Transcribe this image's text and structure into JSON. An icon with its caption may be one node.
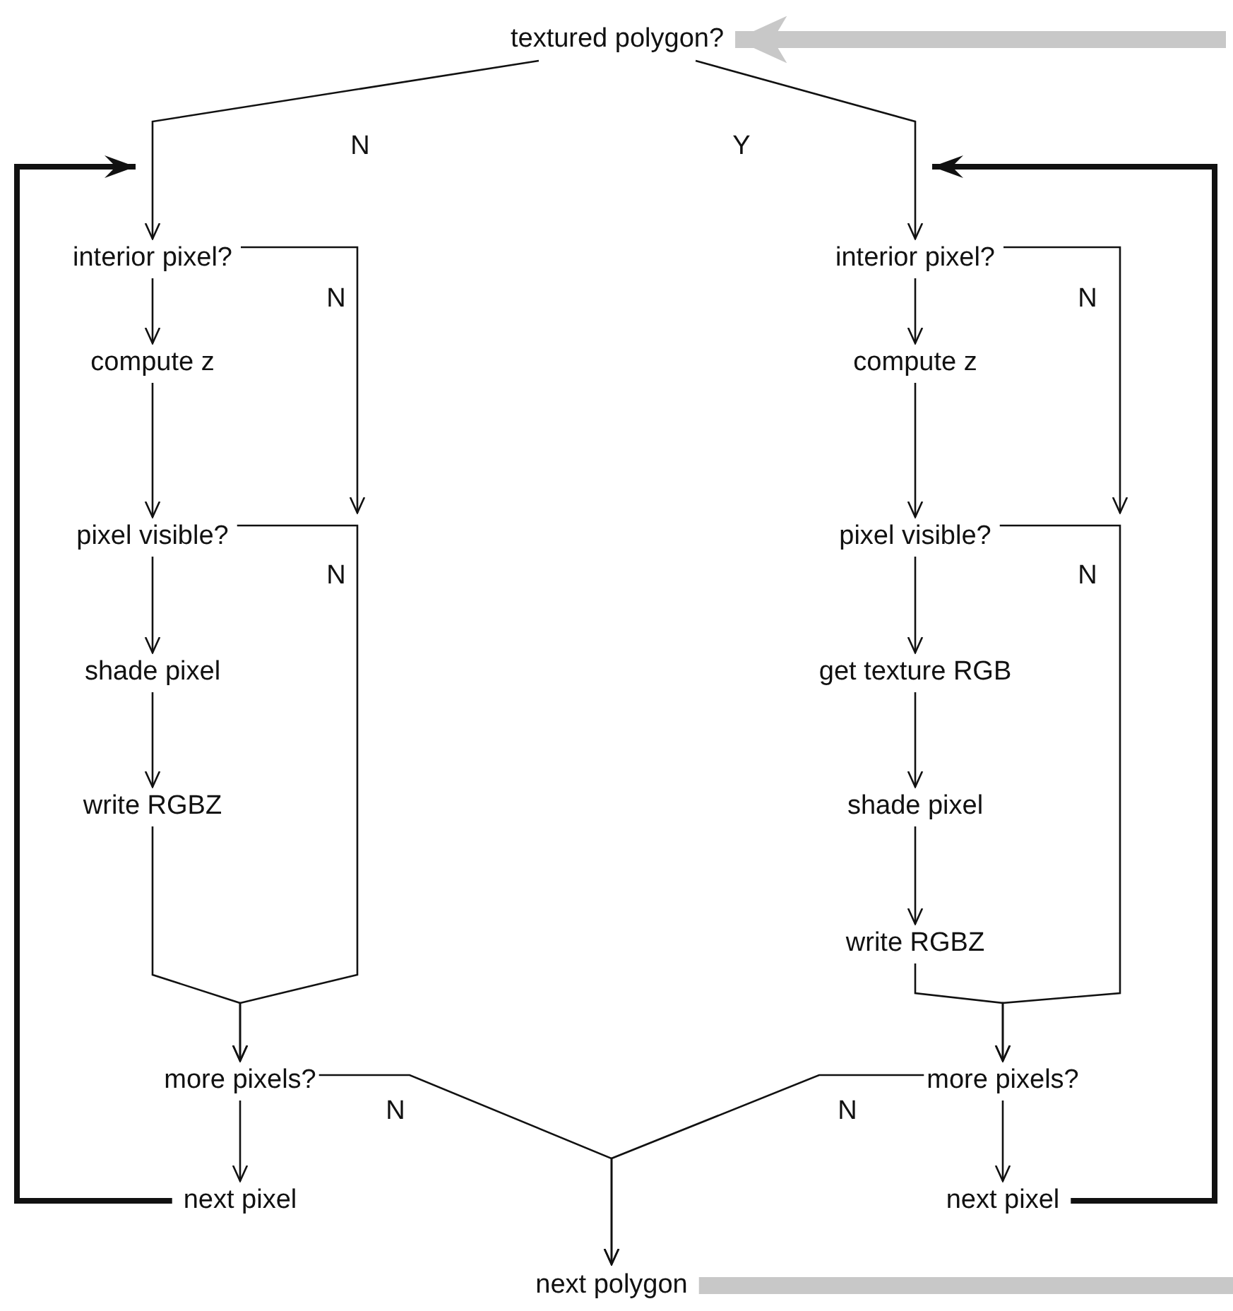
{
  "diagram": {
    "nodes": [
      {
        "text": [
          "textured polygon?"
        ]
      },
      {
        "text": [
          "interior pixel?"
        ]
      },
      {
        "text": [
          "compute z"
        ]
      },
      {
        "text": [
          "pixel visible?"
        ]
      },
      {
        "text": [
          "shade pixel"
        ]
      },
      {
        "text": [
          "write RGBZ"
        ]
      },
      {
        "text": [
          "more pixels?"
        ]
      },
      {
        "text": [
          "next pixel"
        ]
      },
      {
        "text": [
          "interior pixel?"
        ]
      },
      {
        "text": [
          "compute z"
        ]
      },
      {
        "text": [
          "pixel visible?"
        ]
      },
      {
        "text": [
          "get texture RGB"
        ]
      },
      {
        "text": [
          "shade pixel"
        ]
      },
      {
        "text": [
          "write RGBZ"
        ]
      },
      {
        "text": [
          "more pixels?"
        ]
      },
      {
        "text": [
          "next pixel"
        ]
      },
      {
        "text": [
          "next polygon"
        ]
      }
    ],
    "edges": [
      {
        "from": null,
        "to": 0,
        "arrow": "to",
        "style": "thick",
        "color": "#c8c8c8"
      },
      {
        "from": 0,
        "to": 1,
        "arrow": "to",
        "label": "N"
      },
      {
        "from": 0,
        "to": 8,
        "arrow": "to",
        "label": "Y"
      },
      {
        "from": 1,
        "to": 2,
        "arrow": "to"
      },
      {
        "from": 1,
        "to": 3,
        "arrow": "to",
        "label": "N"
      },
      {
        "from": 2,
        "to": 3,
        "arrow": "to"
      },
      {
        "from": 3,
        "to": 4,
        "arrow": "to"
      },
      {
        "from": 3,
        "to": 6,
        "arrow": "to",
        "label": "N"
      },
      {
        "from": 4,
        "to": 5,
        "arrow": "to"
      },
      {
        "from": 5,
        "to": 6,
        "arrow": "to"
      },
      {
        "from": 6,
        "to": 7,
        "arrow": "to"
      },
      {
        "from": 6,
        "to": 16,
        "arrow": "to",
        "label": "N"
      },
      {
        "from": 7,
        "to": 1,
        "arrow": "to",
        "style": "thick"
      },
      {
        "from": 8,
        "to": 9,
        "arrow": "to"
      },
      {
        "from": 8,
        "to": 10,
        "arrow": "to",
        "label": "N"
      },
      {
        "from": 9,
        "to": 10,
        "arrow": "to"
      },
      {
        "from": 10,
        "to": 11,
        "arrow": "to"
      },
      {
        "from": 10,
        "to": 14,
        "arrow": "to",
        "label": "N"
      },
      {
        "from": 11,
        "to": 12,
        "arrow": "to"
      },
      {
        "from": 12,
        "to": 13,
        "arrow": "to"
      },
      {
        "from": 13,
        "to": 14,
        "arrow": "to"
      },
      {
        "from": 14,
        "to": 15,
        "arrow": "to"
      },
      {
        "from": 14,
        "to": 16,
        "arrow": "to",
        "label": "N"
      },
      {
        "from": 15,
        "to": 8,
        "arrow": "to",
        "style": "thick"
      },
      {
        "from": 16,
        "to": null,
        "arrow": "none",
        "style": "thick",
        "color": "#c8c8c8"
      }
    ]
  }
}
